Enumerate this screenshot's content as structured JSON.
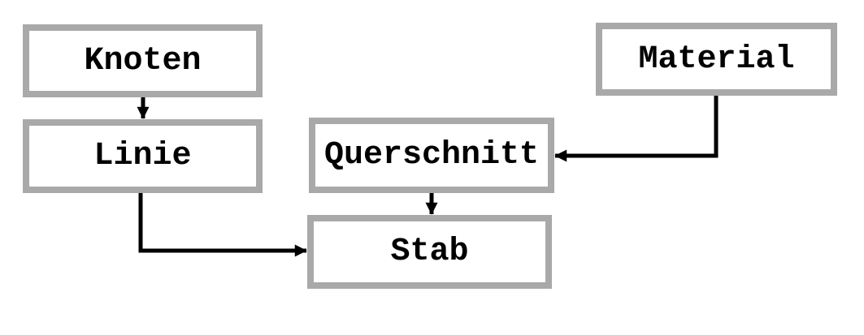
{
  "diagram": {
    "type": "dependency-flow-diagram",
    "nodes": [
      {
        "id": "knoten",
        "label": "Knoten"
      },
      {
        "id": "linie",
        "label": "Linie"
      },
      {
        "id": "querschnitt",
        "label": "Querschnitt"
      },
      {
        "id": "material",
        "label": "Material"
      },
      {
        "id": "stab",
        "label": "Stab"
      }
    ],
    "edges": [
      {
        "from": "knoten",
        "to": "linie",
        "style": "straight-down"
      },
      {
        "from": "linie",
        "to": "stab",
        "style": "elbow-down-right"
      },
      {
        "from": "material",
        "to": "querschnitt",
        "style": "elbow-down-left"
      },
      {
        "from": "querschnitt",
        "to": "stab",
        "style": "straight-down"
      }
    ],
    "colors": {
      "box_border": "#a9a9a9",
      "box_fill": "#ffffff",
      "text": "#000000",
      "arrow": "#000000",
      "background": "#ffffff"
    }
  }
}
